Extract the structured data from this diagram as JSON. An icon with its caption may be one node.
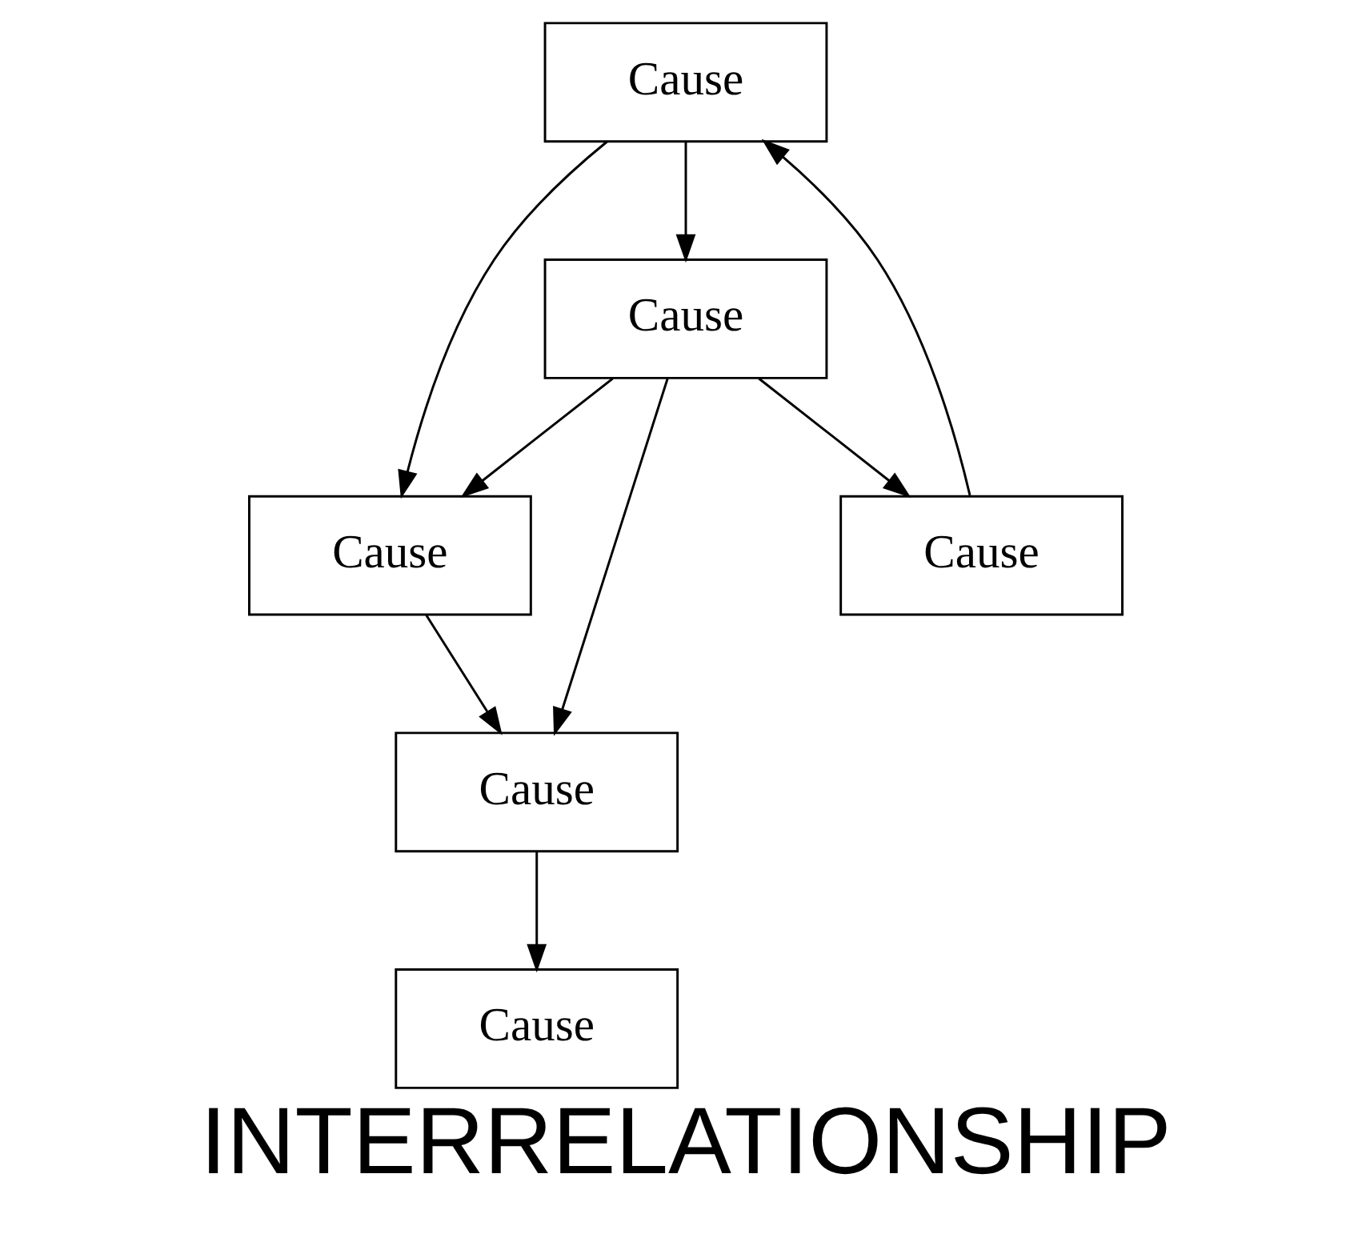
{
  "diagram": {
    "caption": "INTERRELATIONSHIP",
    "nodes": [
      {
        "text": [
          "Cause"
        ]
      },
      {
        "text": [
          "Cause"
        ]
      },
      {
        "text": [
          "Cause"
        ]
      },
      {
        "text": [
          "Cause"
        ]
      },
      {
        "text": [
          "Cause"
        ]
      },
      {
        "text": [
          "Cause"
        ]
      }
    ],
    "edges": [
      {
        "from": 0,
        "to": 2,
        "arrow": "to"
      },
      {
        "from": 1,
        "to": 4,
        "arrow": "to"
      },
      {
        "from": 1,
        "to": 5,
        "arrow": "to"
      },
      {
        "from": 4,
        "to": 0,
        "arrow": "to"
      },
      {
        "from": 5,
        "to": 0,
        "arrow": "to"
      },
      {
        "from": 3,
        "to": 1,
        "arrow": "to"
      },
      {
        "from": 5,
        "to": 3,
        "arrow": "to"
      },
      {
        "from": 5,
        "to": 4,
        "arrow": "to"
      }
    ]
  }
}
